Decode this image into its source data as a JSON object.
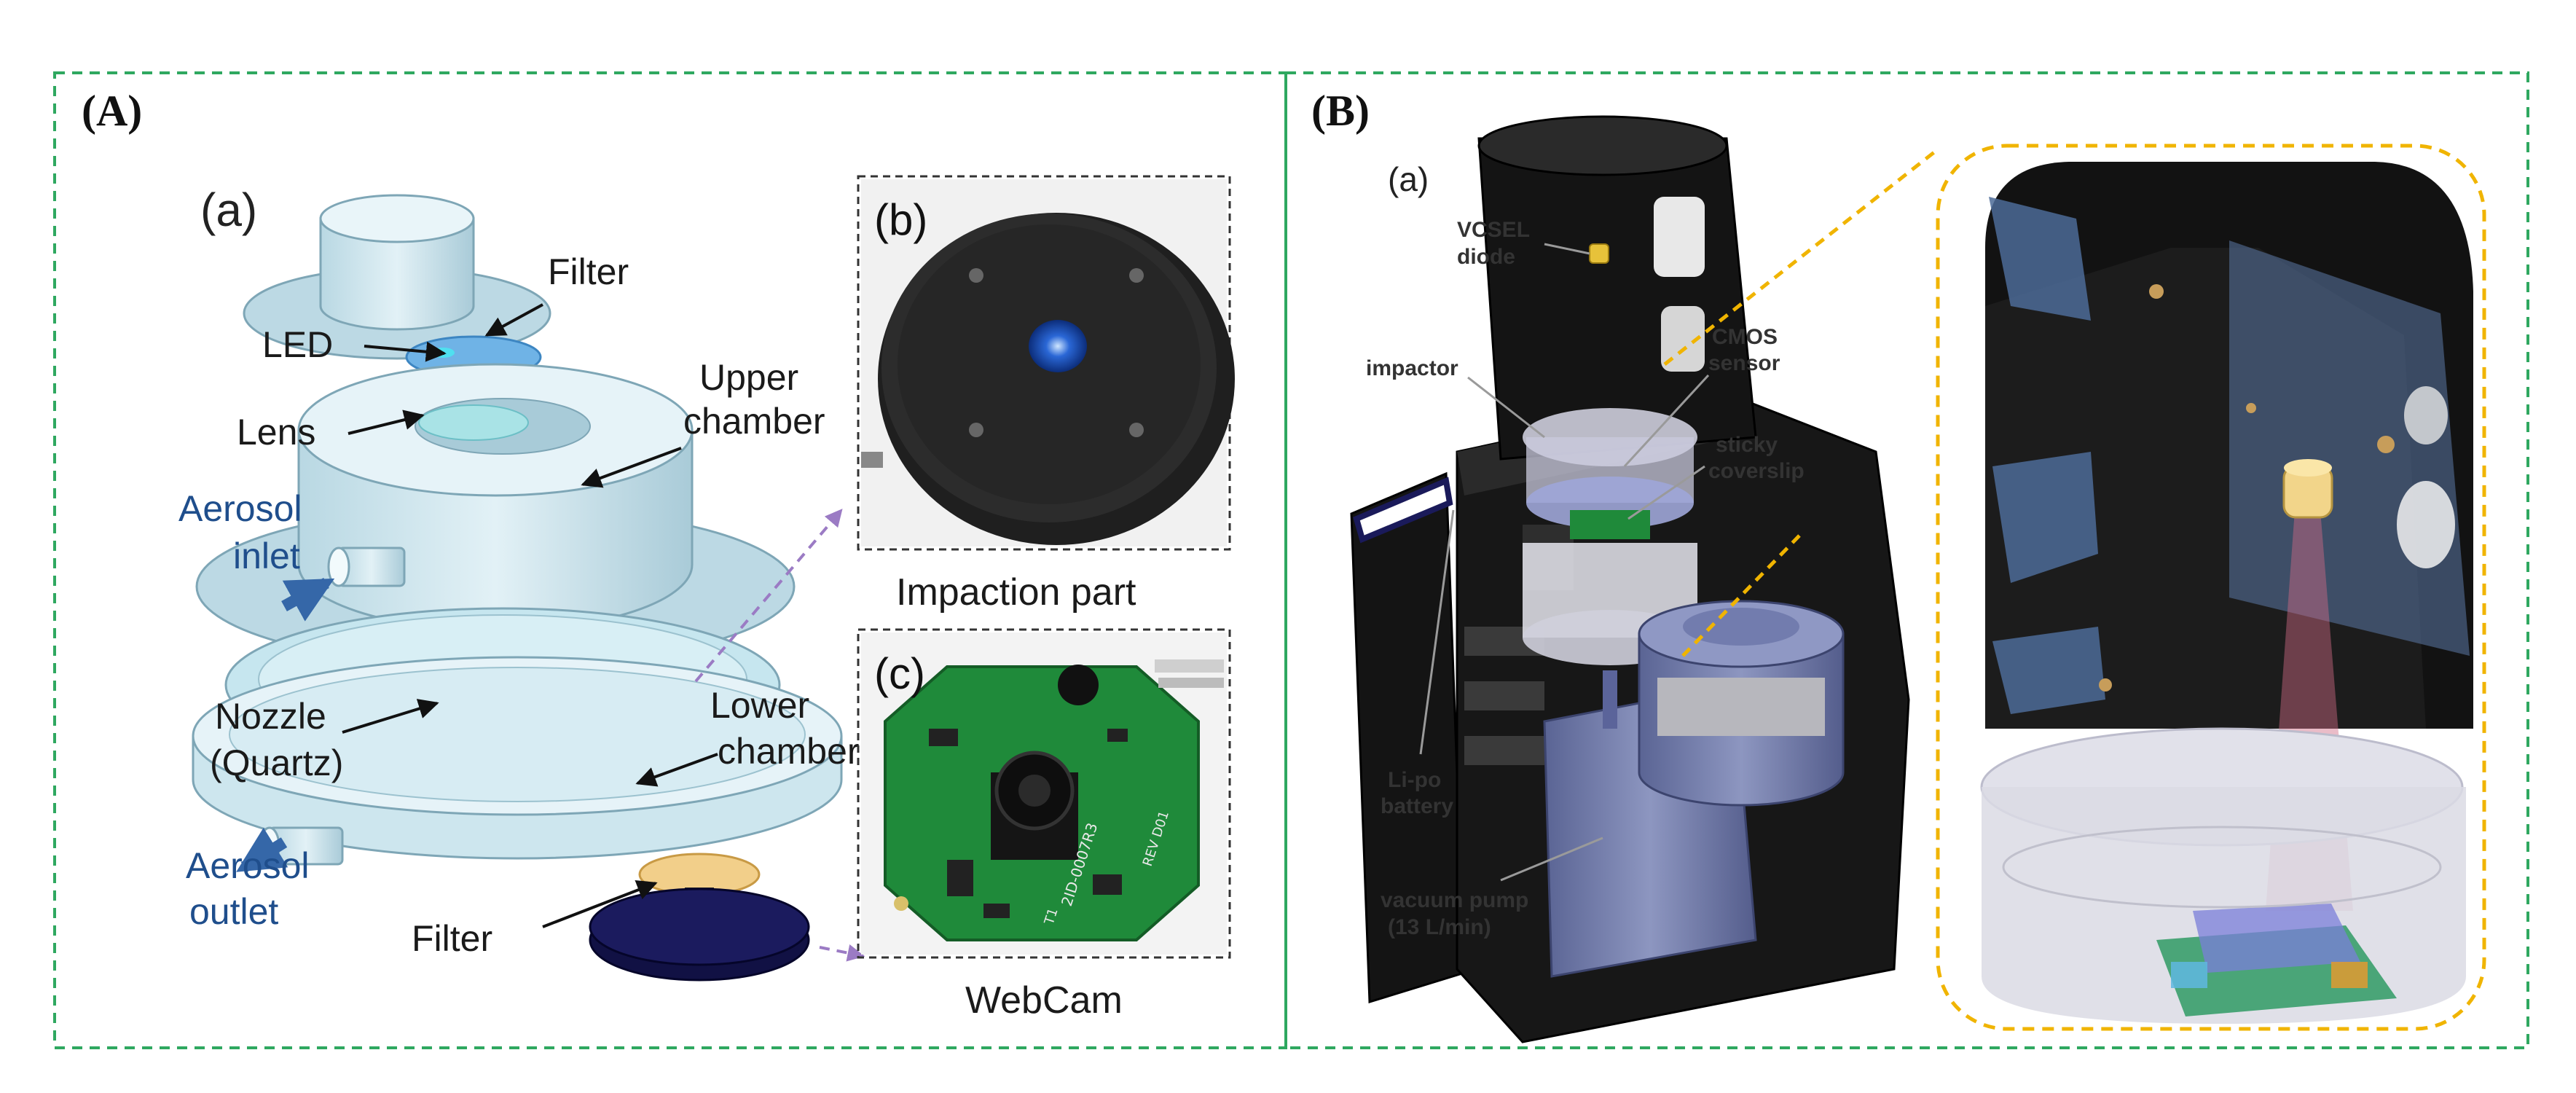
{
  "panels": {
    "A": {
      "label": "(A)",
      "sub_a": "(a)",
      "sub_b": "(b)",
      "sub_c": "(c)",
      "labels": {
        "filter_top": "Filter",
        "led": "LED",
        "upper_1": "Upper",
        "upper_2": "chamber",
        "lens": "Lens",
        "inlet_1": "Aerosol",
        "inlet_2": "inlet",
        "nozzle_1": "Nozzle",
        "nozzle_2": "(Quartz)",
        "lower_1": "Lower",
        "lower_2": "chamber",
        "outlet_1": "Aerosol",
        "outlet_2": "outlet",
        "filter_bottom": "Filter"
      },
      "captions": {
        "impaction": "Impaction part",
        "webcam": "WebCam"
      },
      "pcb_text": [
        "2ID-0007R3",
        "REV D01",
        "T1"
      ]
    },
    "B": {
      "label": "(B)",
      "sub_a": "(a)",
      "labels": {
        "vcsel_1": "VCSEL",
        "vcsel_2": "diode",
        "cmos_1": "CMOS",
        "cmos_2": "sensor",
        "impactor": "impactor",
        "sticky_1": "sticky",
        "sticky_2": "coverslip",
        "lipo_1": "Li-po",
        "lipo_2": "battery",
        "pump_1": "vacuum pump",
        "pump_2": "(13 L/min)"
      }
    }
  },
  "colors": {
    "frame_green": "#2fa860",
    "zoom_yellow": "#f0b400",
    "part_blue": "#cfe6ee",
    "text_blue": "#1f4e8c",
    "housing_dark": "#151515",
    "pump_blue": "#6f79a6",
    "pcb_green": "#1f8a3a",
    "arrow_purple": "#9b7bc4"
  }
}
